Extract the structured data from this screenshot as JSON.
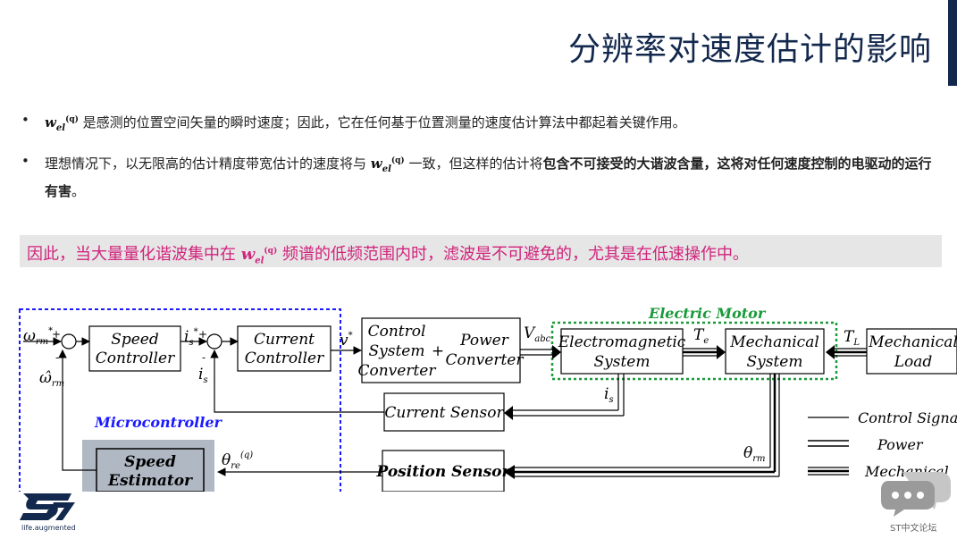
{
  "slide": {
    "title": "分辨率对速度估计的影响"
  },
  "symbol": {
    "w": "w",
    "sub": "el",
    "sup": "(q)"
  },
  "bullets": [
    {
      "after": " 是感测的位置空间矢量的瞬时速度；因此，它在任何基于位置测量的速度估计算法中都起着关键作用。"
    },
    {
      "before": "理想情况下，以无限高的估计精度带宽估计的速度将与 ",
      "after": " 一致，但这样的估计将",
      "bold": "包含不可接受的大谐波含量，这将对任何速度控制的电驱动的运行有害",
      "end": "。"
    }
  ],
  "highlight": {
    "before": "因此，当大量量化谐波集中在 ",
    "after": " 频谱的低频范围内时，滤波是不可避免的，尤其是在低速操作中。"
  },
  "diagram": {
    "blocks": {
      "speed_controller": [
        "Speed",
        "Controller"
      ],
      "current_controller": [
        "Current",
        "Controller"
      ],
      "cs_converter": [
        "Control",
        "System",
        "Converter"
      ],
      "power_converter": [
        "Power",
        "Converter"
      ],
      "em_system": [
        "Electromagnetic",
        "System"
      ],
      "mech_system": [
        "Mechanical",
        "System"
      ],
      "mech_load": [
        "Mechanical",
        "Load"
      ],
      "current_sensor": "Current Sensor",
      "position_sensor": "Position Sensor",
      "speed_estimator": [
        "Speed",
        "Estimator"
      ]
    },
    "labels": {
      "electric_motor": "Electric Motor",
      "microcontroller": "Microcontroller",
      "omega_ref": "ω",
      "omega_ref_sub": "rm",
      "omega_ref_sup": "*",
      "omega_hat": "ω̂",
      "omega_hat_sub": "rm",
      "is_ref": "i",
      "is_ref_sub": "s",
      "is_ref_sup": "*",
      "is": "i",
      "is_sub": "s",
      "v_ref": "v",
      "v_ref_sup": "*",
      "vabc": "V",
      "vabc_sub": "abc",
      "te": "T",
      "te_sub": "e",
      "tl": "T",
      "tl_sub": "L",
      "is2": "i",
      "is2_sub": "s",
      "theta_rm": "θ",
      "theta_rm_sub": "rm",
      "theta_re": "θ",
      "theta_re_sub": "re",
      "theta_re_sup": "(q)",
      "plus": "+",
      "minus": "-"
    },
    "legend": [
      "Control Signal",
      "Power",
      "Mechanical"
    ]
  },
  "footer": {
    "brand": "ST",
    "tagline": "life.augmented",
    "forum": "ST中文论坛"
  },
  "colors": {
    "title": "#13284d",
    "highlight_text": "#d1237c",
    "highlight_bg": "#e6e6e6",
    "micro_border": "#1a1aff",
    "motor_border": "#1a9a3a",
    "estimator_bg": "#b0b8c4",
    "underline": "#e8212b"
  }
}
